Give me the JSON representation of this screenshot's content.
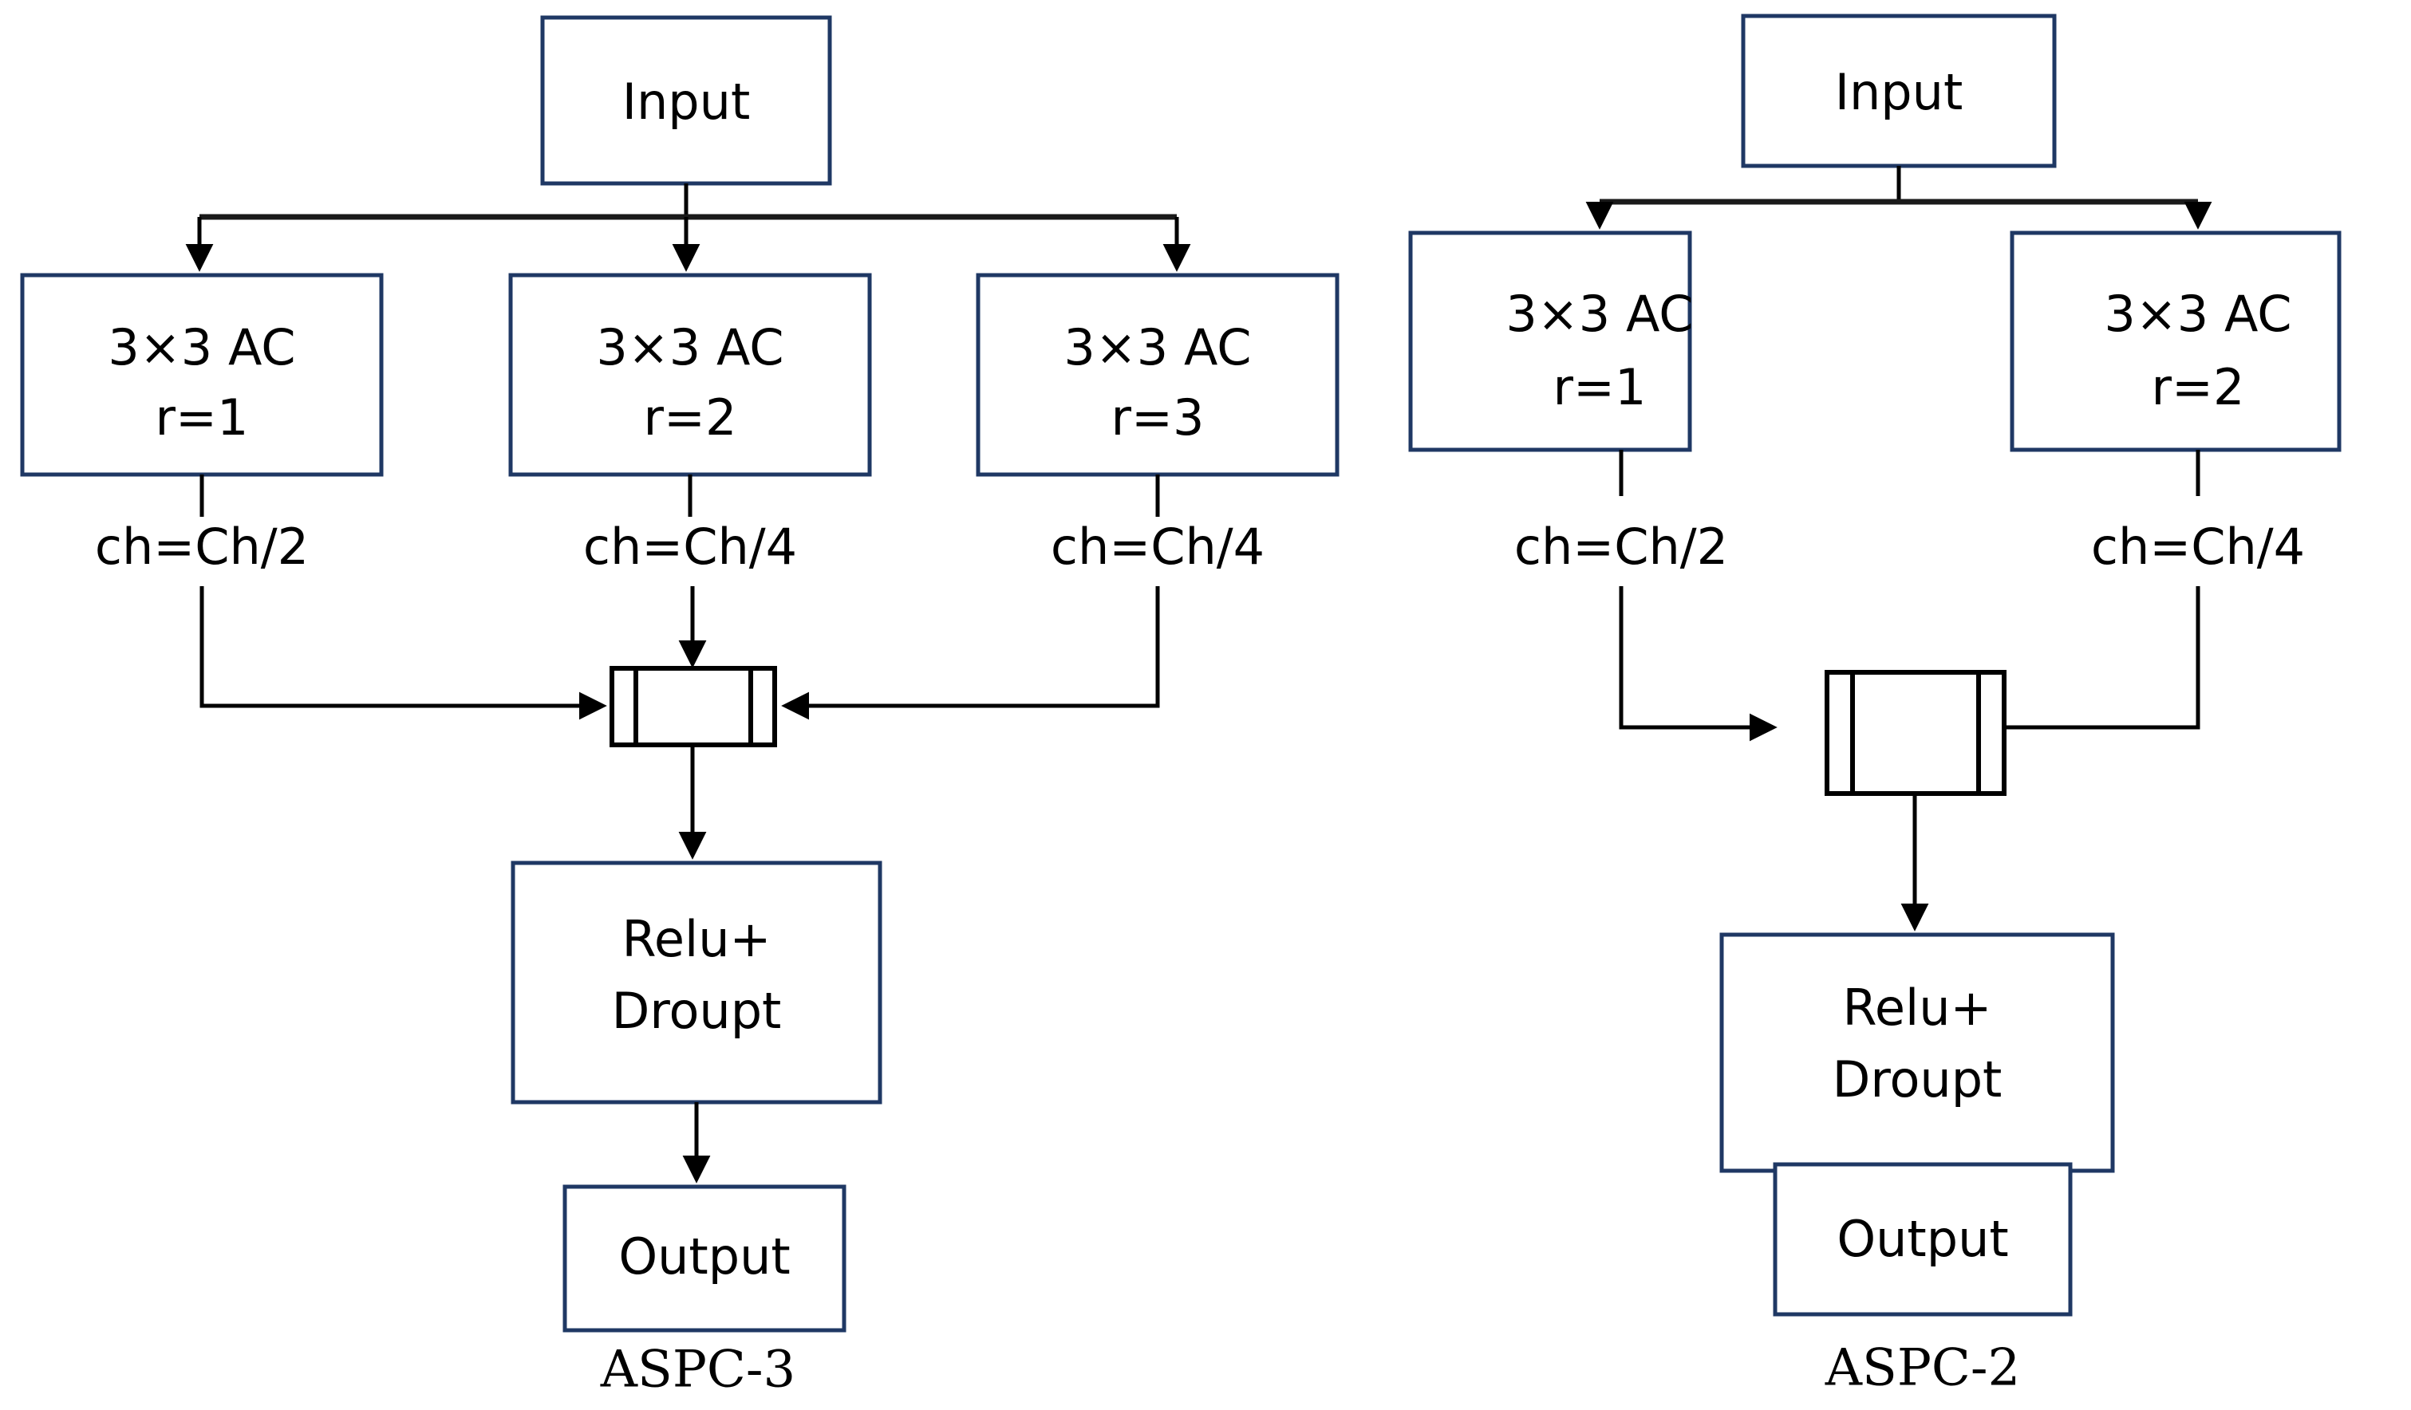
{
  "diagrams": [
    {
      "id": "aspc3",
      "caption": "ASPC-3",
      "input_label": "Input",
      "branches": [
        {
          "line1": "3×3 AC",
          "line2": "r=1",
          "channel_label": "ch=Ch/2"
        },
        {
          "line1": "3×3 AC",
          "line2": "r=2",
          "channel_label": "ch=Ch/4"
        },
        {
          "line1": "3×3 AC",
          "line2": "r=3",
          "channel_label": "ch=Ch/4"
        }
      ],
      "concat_label": "",
      "activation_line1": "Relu+",
      "activation_line2": "Droupt",
      "output_label": "Output"
    },
    {
      "id": "aspc2",
      "caption": "ASPC-2",
      "input_label": "Input",
      "branches": [
        {
          "line1": "3×3 AC",
          "line2": "r=1",
          "channel_label": "ch=Ch/2"
        },
        {
          "line1": "3×3 AC",
          "line2": "r=2",
          "channel_label": "ch=Ch/4"
        }
      ],
      "concat_label": "",
      "activation_line1": "Relu+",
      "activation_line2": "Droupt",
      "output_label": "Output"
    }
  ],
  "colors": {
    "box_stroke": "#1f3864",
    "line_stroke": "#000000",
    "background": "#ffffff"
  }
}
